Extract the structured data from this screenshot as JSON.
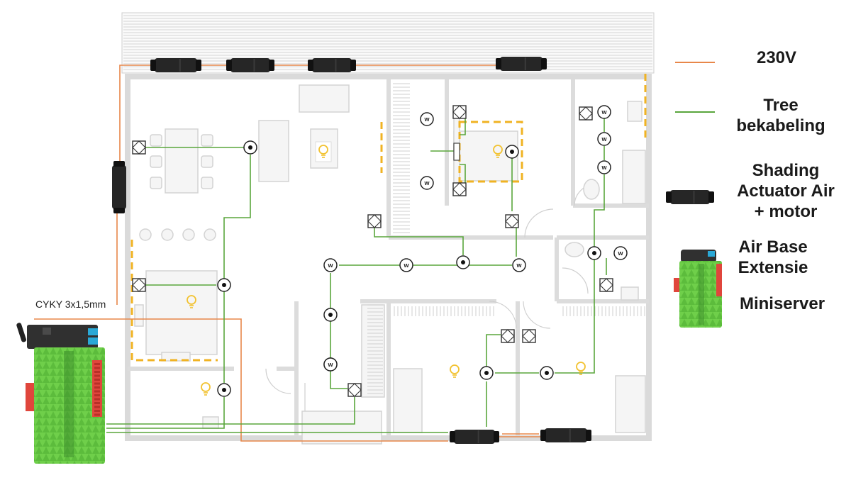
{
  "legend": {
    "power_230v": {
      "label": "230V",
      "color": "#e8874a"
    },
    "tree_cabling": {
      "label_line1": "Tree",
      "label_line2": "bekabeling",
      "color": "#5aa63c"
    },
    "shading_actuator": {
      "label_line1": "Shading",
      "label_line2": "Actuator Air",
      "label_line3": "+ motor"
    },
    "air_base": {
      "label_line1": "Air Base",
      "label_line2": "Extensie"
    },
    "miniserver": {
      "label": "Miniserver"
    }
  },
  "cable_label": "CYKY 3x1,5mm",
  "colors": {
    "wall": "#dcdcdc",
    "wall_edge": "#c8c8c8",
    "furniture": "#d6d6d6",
    "zone_dash": "#f0b323",
    "bulb": "#f2c230",
    "device_green": "#6fcf4a",
    "device_dark": "#2b2b2b",
    "terminal_red": "#e0463c"
  },
  "icons": {
    "motion_sensor": "motion-sensor-icon",
    "wall_switch": "wall-switch-icon",
    "light": "light-bulb-icon",
    "touch_switch": "touch-switch-icon"
  },
  "device_labels": {
    "touch": "w"
  }
}
